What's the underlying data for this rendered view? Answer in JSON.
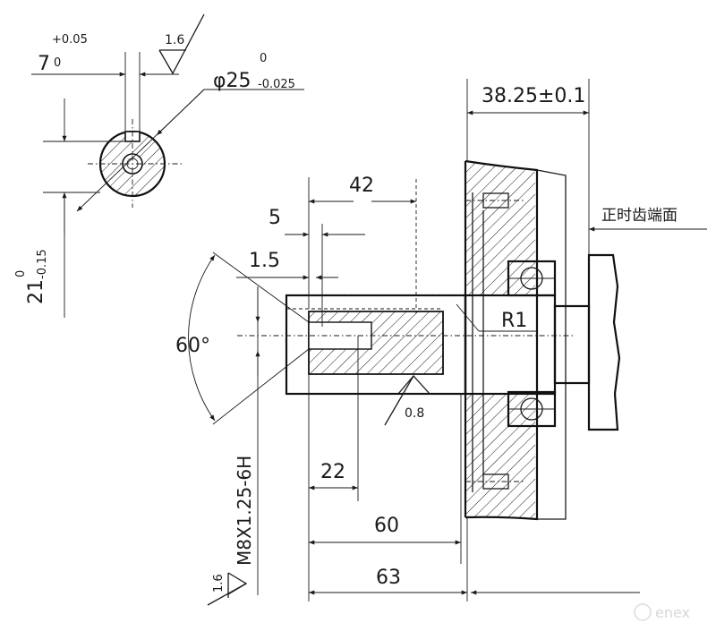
{
  "drawing": {
    "keyway_width": {
      "nominal": "7",
      "upper": "+0.05",
      "lower": "0"
    },
    "keyway_roughness": "1.6",
    "shaft_diameter": {
      "nominal": "φ25",
      "upper": "0",
      "lower": "-0.025"
    },
    "key_depth": {
      "nominal": "21",
      "upper": "0",
      "lower": "-0.15"
    },
    "flange_distance": "38.25±0.1",
    "dim_42": "42",
    "dim_5": "5",
    "dim_1_5": "1.5",
    "countersink_angle": "60°",
    "fillet_radius": "R1",
    "shaft_roughness": "0.8",
    "thread_depth": "22",
    "thread_spec": "M8X1.25-6H",
    "thread_roughness": "1.6",
    "dim_60": "60",
    "dim_63": "63",
    "reference_face_label": "正时齿端面",
    "watermark": "enex"
  }
}
